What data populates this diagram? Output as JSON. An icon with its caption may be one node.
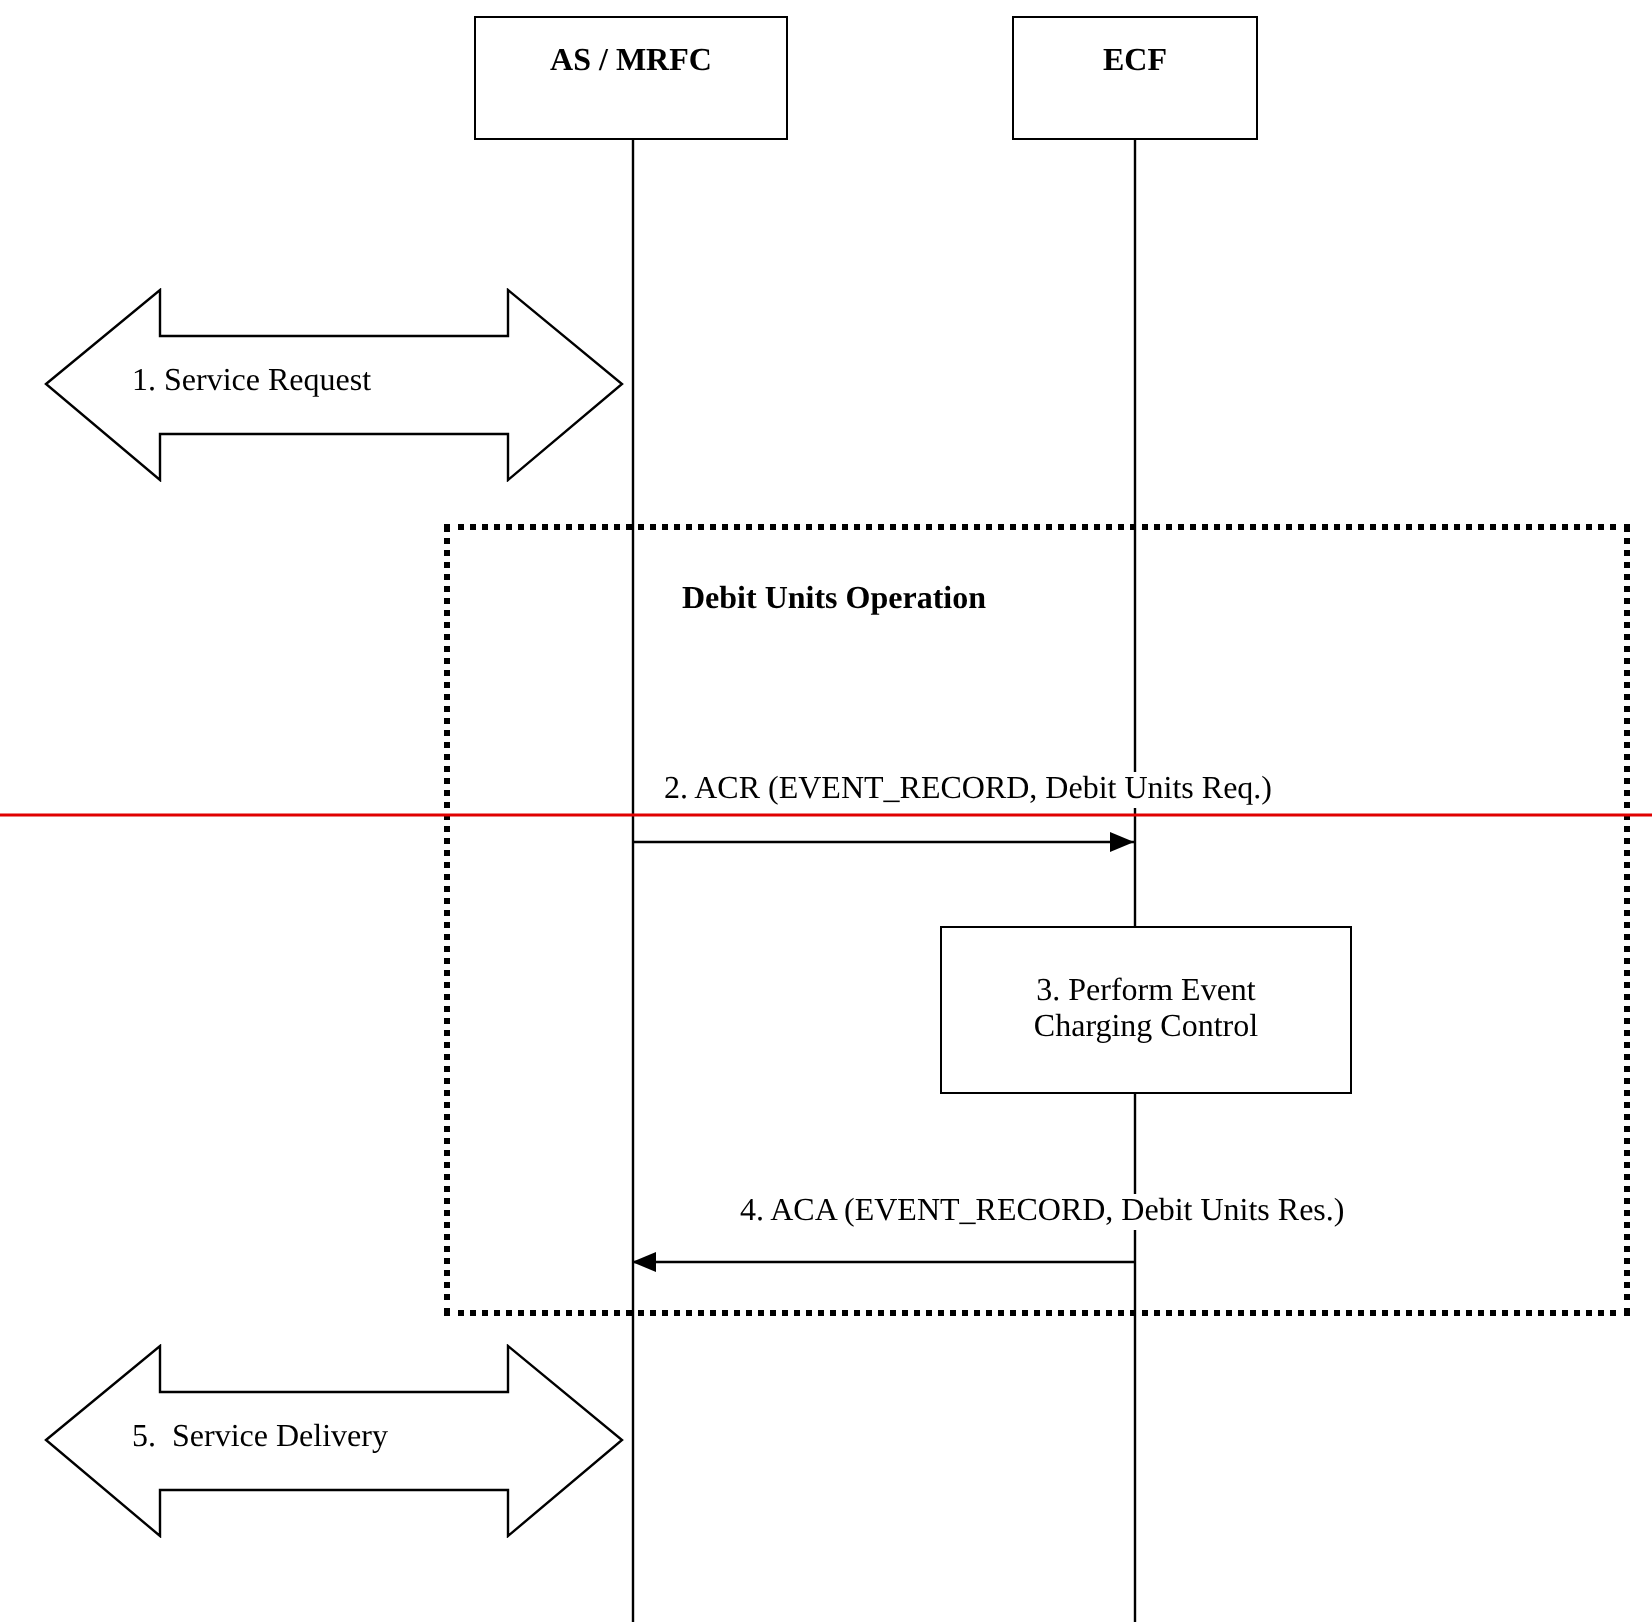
{
  "diagram": {
    "nodes": [
      {
        "text": [
          "AS / MRFC"
        ]
      },
      {
        "text": [
          "ECF"
        ]
      },
      {
        "text": [
          "1. Service Request"
        ]
      },
      {
        "text": [
          "Debit Units Operation"
        ]
      },
      {
        "text": [
          "3. Perform Event Charging Control"
        ],
        "in": 3
      },
      {
        "text": [
          "5.  Service Delivery"
        ]
      }
    ],
    "edges": [
      {
        "from": 0,
        "to": 1,
        "arrow": "to",
        "label": "2. ACR (EVENT_RECORD, Debit Units Req.)"
      },
      {
        "from": 1,
        "to": 0,
        "arrow": "to",
        "label": "4. ACA (EVENT_RECORD, Debit Units Res.)"
      }
    ]
  }
}
